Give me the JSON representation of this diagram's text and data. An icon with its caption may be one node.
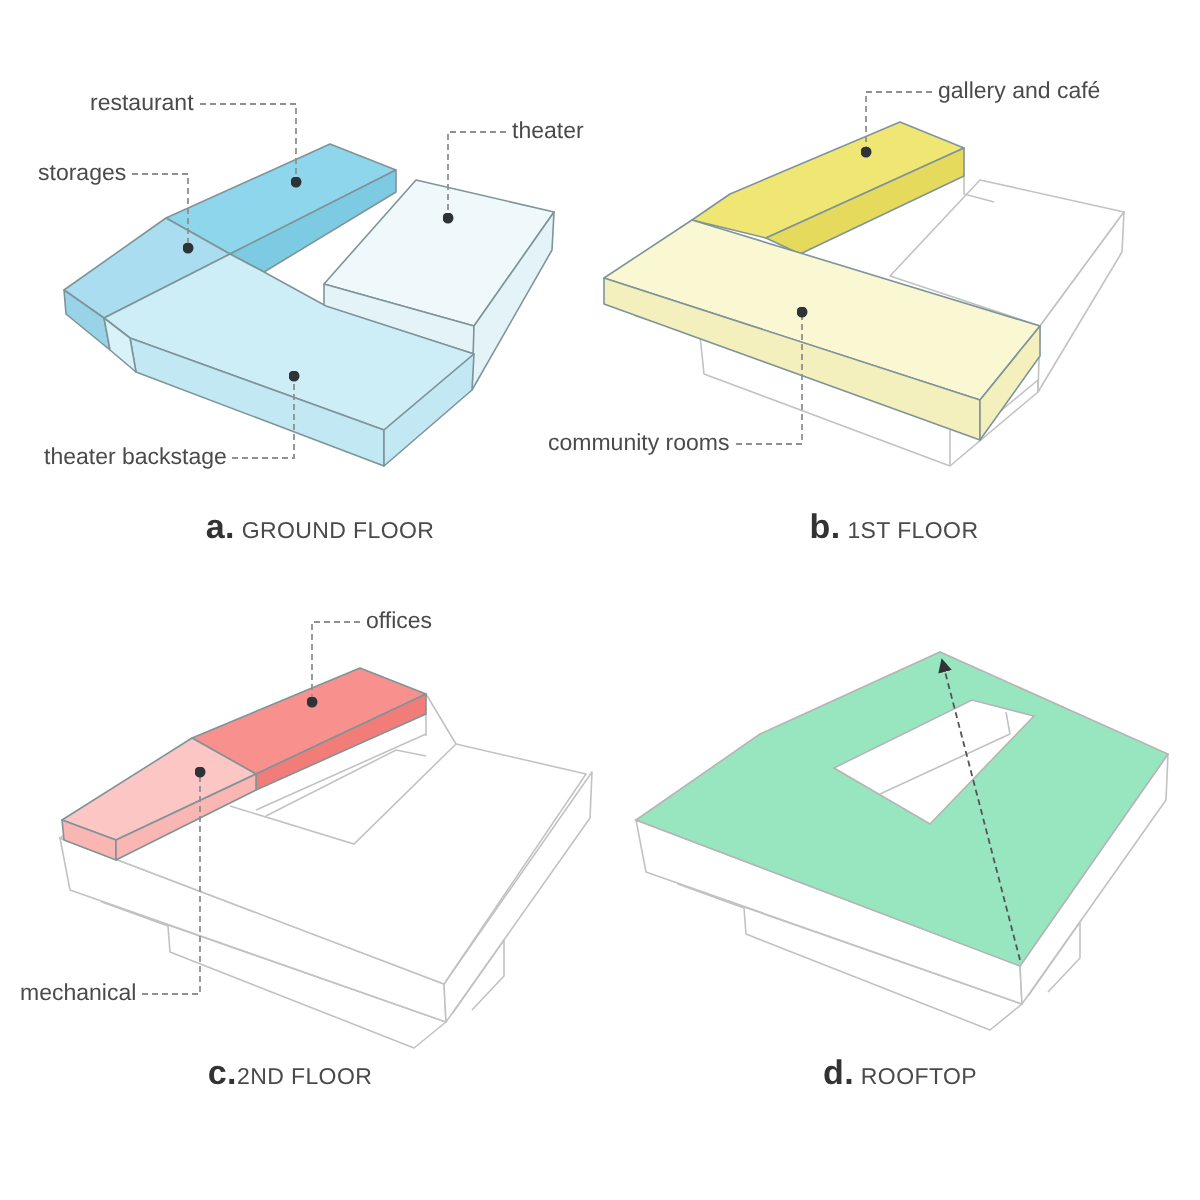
{
  "diagram": {
    "nodes": [
      {
        "text": [
          "restaurant"
        ]
      },
      {
        "text": [],
        "shape": "box"
      },
      {
        "text": [
          "theater"
        ]
      },
      {
        "text": [],
        "shape": "box"
      },
      {
        "text": [
          "storages"
        ]
      },
      {
        "text": [],
        "shape": "box"
      },
      {
        "text": [
          "theater backstage"
        ]
      },
      {
        "text": [],
        "shape": "box"
      },
      {
        "text": [
          "gallery and café"
        ]
      },
      {
        "text": [],
        "shape": "box"
      },
      {
        "text": [
          "community rooms"
        ]
      },
      {
        "text": [],
        "shape": "box"
      },
      {
        "text": [
          "offices"
        ]
      },
      {
        "text": [],
        "shape": "box"
      },
      {
        "text": [
          "mechanical"
        ]
      },
      {
        "text": [],
        "shape": "box"
      }
    ],
    "edges": [
      {
        "from": 0,
        "to": 1,
        "arrow": "other"
      },
      {
        "from": 2,
        "to": 3,
        "arrow": "other"
      },
      {
        "from": 4,
        "to": 5,
        "arrow": "other"
      },
      {
        "from": 6,
        "to": 7,
        "arrow": "other"
      },
      {
        "from": 8,
        "to": 9,
        "arrow": "other"
      },
      {
        "from": 10,
        "to": 11,
        "arrow": "other"
      },
      {
        "from": 12,
        "to": 13,
        "arrow": "other"
      },
      {
        "from": 14,
        "to": 15,
        "arrow": "other"
      }
    ],
    "labels": [
      "**a.** GROUND FLOOR",
      "**b.** 1ST FLOOR",
      "**c.**2ND FLOOR",
      "**d.** ROOFTOP"
    ]
  }
}
